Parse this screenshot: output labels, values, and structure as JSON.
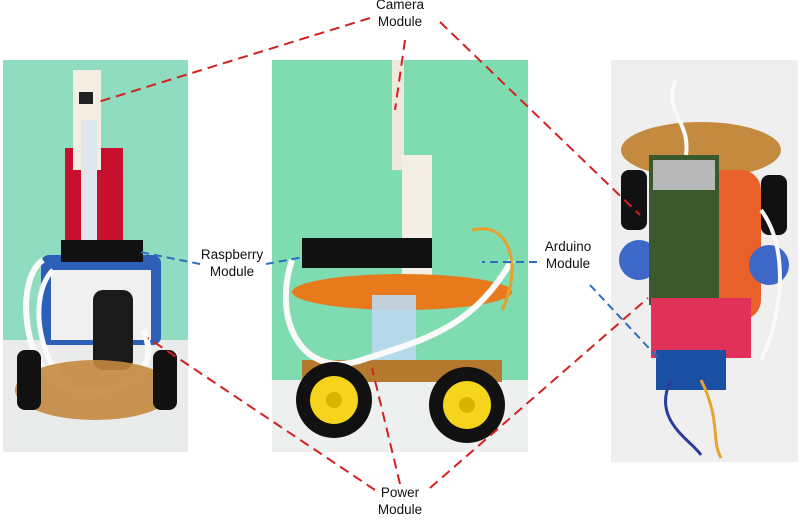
{
  "labels": {
    "camera": "Camera\nModule",
    "raspberry": "Raspberry\nModule",
    "arduino": "Arduino\nModule",
    "power": "Power\nModule"
  },
  "colors": {
    "camera_lines": "#d42020",
    "power_lines": "#d42020",
    "raspberry_lines": "#2a6fc2",
    "arduino_lines": "#2a6fc2"
  },
  "photos": {
    "left": "robot-front-view",
    "middle": "robot-side-view",
    "right": "robot-top-view"
  }
}
